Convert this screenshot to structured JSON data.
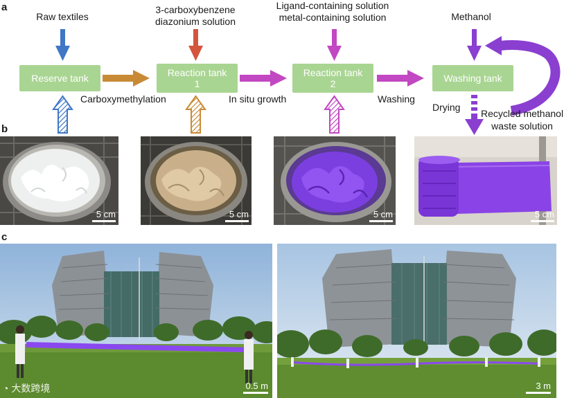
{
  "panel_a": {
    "letter": "a",
    "inputs": [
      "Raw textiles",
      "3-carboxybenzene diazonium solution",
      "Ligand-containing solution metal-containing solution",
      "Methanol"
    ],
    "input_lines": {
      "raw": [
        "Raw textiles"
      ],
      "diazonium": [
        "3-carboxybenzene",
        "diazonium solution"
      ],
      "ligand": [
        "Ligand-containing solution",
        "metal-containing solution"
      ],
      "methanol": [
        "Methanol"
      ]
    },
    "tanks": {
      "reserve": "Reserve tank",
      "reaction1": [
        "Reaction tank",
        "1"
      ],
      "reaction2": [
        "Reaction tank",
        "2"
      ],
      "washing": "Washing tank"
    },
    "steps": {
      "carboxymethylation": "Carboxymethylation",
      "in_situ": "In situ growth",
      "washing": "Washing",
      "drying": "Drying",
      "recycled": [
        "Recycled methanol",
        "waste solution"
      ]
    },
    "colors": {
      "tank": "#a9d592",
      "blue": "#3f77c4",
      "red": "#d4553e",
      "orange": "#c98a35",
      "magenta": "#c247c2",
      "purple": "#8a3fd0"
    }
  },
  "panel_b": {
    "letter": "b",
    "scale_bars": [
      "5 cm",
      "5 cm",
      "5 cm",
      "5 cm"
    ],
    "image_names": [
      "raw-textile-in-pot",
      "carboxymethylated-textile-in-pot",
      "mof-coated-textile-in-pot",
      "rolled-purple-textile"
    ]
  },
  "panel_c": {
    "letter": "c",
    "scale_bars": [
      "0.5 m",
      "3 m"
    ],
    "watermark": "大数跨境"
  }
}
